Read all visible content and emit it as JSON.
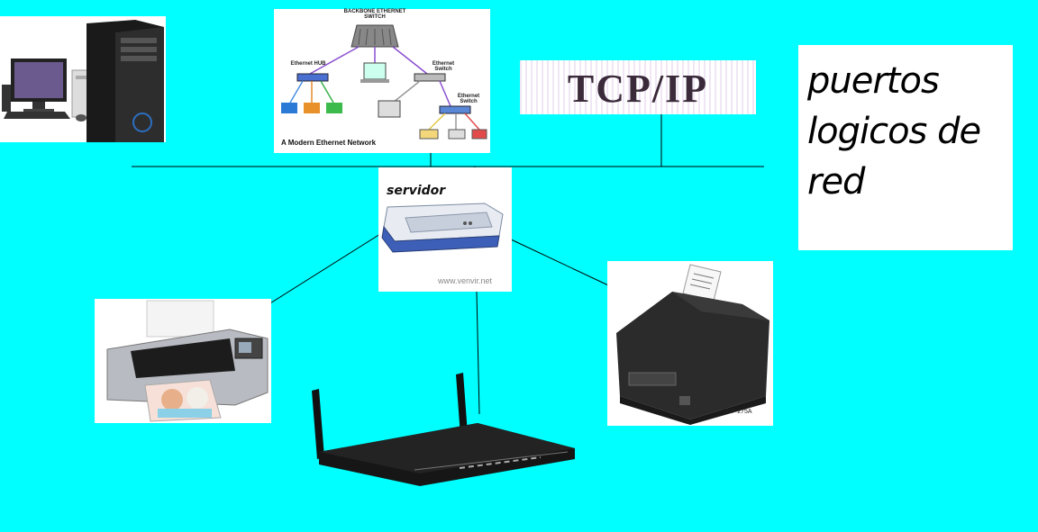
{
  "note": {
    "text": "puertos logicos de red"
  },
  "tcp": {
    "text": "TCP/IP"
  },
  "server": {
    "label": "servidor",
    "watermark": "www.venvir.net"
  },
  "ethernet_network": {
    "caption": "A Modern Ethernet Network",
    "backbone_label": "BACKBONE ETHERNET SWITCH",
    "hub_label": "Ethernet HUB",
    "switch_label": "Ethernet Switch",
    "switch2_label": "Ethernet Switch"
  },
  "receipt_printer": {
    "model": "SRP 275A"
  },
  "colors": {
    "background": "#00FFFF",
    "line": "#000000"
  }
}
